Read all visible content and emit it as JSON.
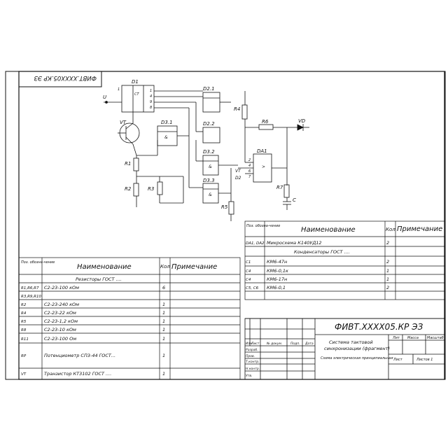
{
  "stamp_rotated": "ФИВТ.ХХХХ05.КР ЭЗ",
  "schematic": {
    "components": {
      "D1": "D1",
      "D1_func": "CT",
      "D1_in": "1",
      "D1_out": [
        "1",
        "4",
        "9",
        "8"
      ],
      "U": "U",
      "VT": "VT",
      "D21": "D2.1",
      "D22": "D2.2",
      "D31": "D3.1",
      "D31_func": "&",
      "D32": "D3.2",
      "D32_func": "&",
      "D33": "D3.3",
      "D33_func": "&",
      "R1": "R1",
      "R2": "R2",
      "R3": "R3",
      "R4": "R4",
      "R5": "R5",
      "R6": "R6",
      "R7": "R7",
      "VD": "VD",
      "DA1": "DA1",
      "DA1_func": ">",
      "DA1_pins": [
        "2",
        "4",
        "6",
        "7"
      ],
      "VT_side": "VT",
      "D2_side": "D2",
      "C": "C"
    }
  },
  "bom_right": {
    "headers": {
      "pos": "Поз. обозна-чение",
      "name": "Наименование",
      "qty": "Кол",
      "note": "Примечание"
    },
    "rows": [
      {
        "pos": "DA1, DA2",
        "name": "Микросхема К140УД12",
        "qty": "2",
        "note": ""
      },
      {
        "pos": "",
        "name": "Конденсаторы ГОСТ ....",
        "qty": "",
        "note": ""
      },
      {
        "pos": "C1",
        "name": "КМ6-47н",
        "qty": "2",
        "note": ""
      },
      {
        "pos": "C4",
        "name": "КМ6-0,1к",
        "qty": "1",
        "note": ""
      },
      {
        "pos": "C4",
        "name": "КМ6-17н",
        "qty": "1",
        "note": ""
      },
      {
        "pos": "C5, C6",
        "name": "КМ6-0,1",
        "qty": "2",
        "note": ""
      }
    ]
  },
  "bom_left": {
    "headers": {
      "pos": "Поз. обозна-чение",
      "name": "Наименование",
      "qty": "Кол",
      "note": "Примечание"
    },
    "rows": [
      {
        "pos": "",
        "name": "Резисторы ГОСТ ....",
        "qty": "",
        "note": ""
      },
      {
        "pos": "R1,R6,R7",
        "name": "С2-23-100 кОм",
        "qty": "6",
        "note": ""
      },
      {
        "pos": "R3,R9,R10",
        "name": "",
        "qty": "",
        "note": ""
      },
      {
        "pos": "R2",
        "name": "С2-23-240 кОм",
        "qty": "1",
        "note": ""
      },
      {
        "pos": "R4",
        "name": "С2-23-22 кОм",
        "qty": "1",
        "note": ""
      },
      {
        "pos": "R5",
        "name": "С2-23-1,2 кОм",
        "qty": "1",
        "note": ""
      },
      {
        "pos": "R8",
        "name": "С2-23-10 кОм",
        "qty": "1",
        "note": ""
      },
      {
        "pos": "R11",
        "name": "С2-23-100 Ом",
        "qty": "1",
        "note": ""
      },
      {
        "pos": "RP",
        "name": "Потенциометр СП3-44 ГОСТ...",
        "qty": "1",
        "note": ""
      },
      {
        "pos": "VT",
        "name": "Транзистор КТ3102 ГОСТ ....",
        "qty": "1",
        "note": ""
      }
    ]
  },
  "title_block": {
    "designation": "ФИВТ.ХХХХ05.КР ЭЗ",
    "title_lines": [
      "Система тактовой",
      "синхронизации (фрагмент)"
    ],
    "doc_type": "Схема электрическая принципиальная",
    "headers": {
      "lit": "Лит",
      "mass": "Масса",
      "scale": "Масштаб"
    },
    "sheet": "Лист",
    "sheets": "Листов 1",
    "row_labels": [
      "Изм",
      "Лист",
      "№ докум.",
      "Подп.",
      "Дата"
    ],
    "roles": [
      "Разраб.",
      "Пров.",
      "Т.контр.",
      "",
      "Н.контр.",
      "Утв."
    ]
  }
}
